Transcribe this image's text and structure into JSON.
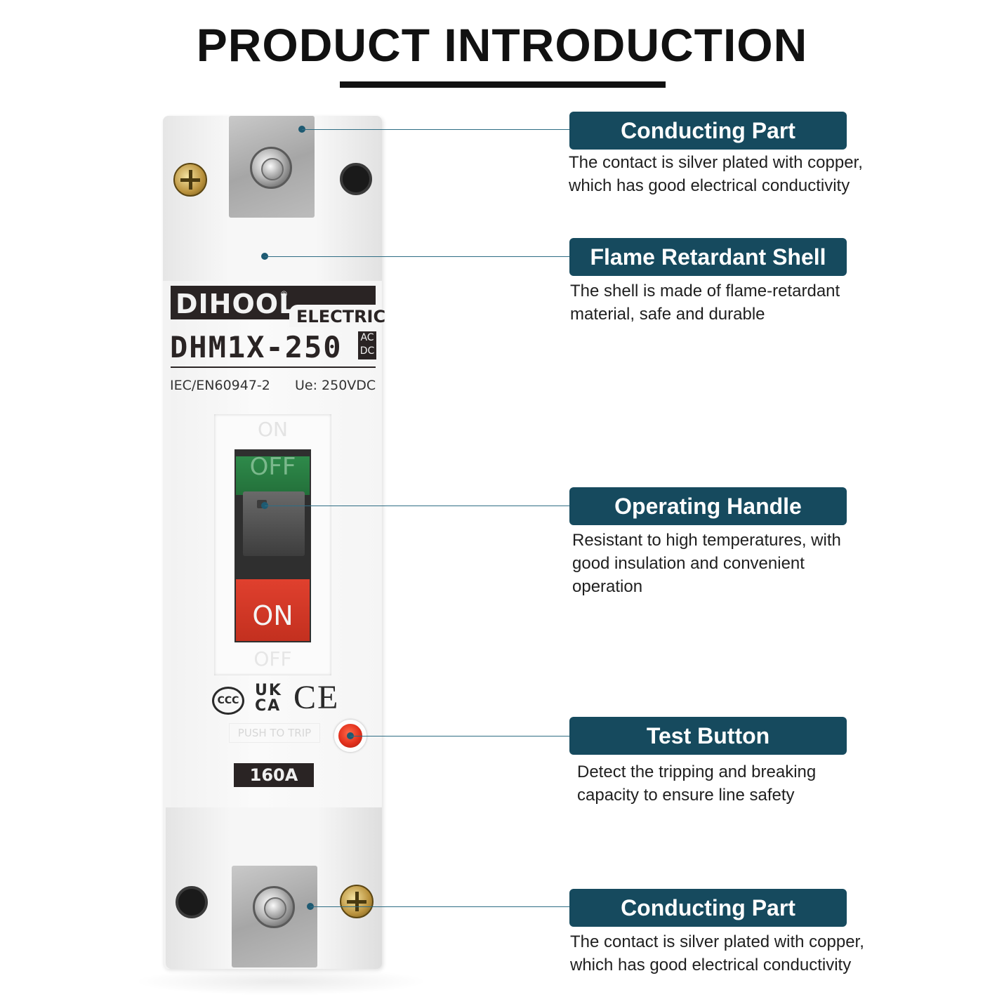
{
  "header": {
    "title": "PRODUCT INTRODUCTION"
  },
  "product": {
    "brand": "DIHOOL",
    "brand_mark": "®",
    "brand_sub": "ELECTRIC",
    "model": "DHM1X-250",
    "current_type_top": "AC",
    "current_type_bottom": "DC",
    "standard": "IEC/EN60947-2",
    "voltage": "Ue: 250VDC",
    "handle_on_label": "ON",
    "handle_off_label": "OFF",
    "cert_ccc": "CCC",
    "cert_ukca_top": "UK",
    "cert_ukca_bottom": "CA",
    "cert_ce": "CE",
    "test_label": "PUSH TO TRIP",
    "rating": "160A"
  },
  "callouts": [
    {
      "title": "Conducting Part",
      "lines": [
        "The contact is silver plated with copper,",
        "which has good electrical conductivity"
      ]
    },
    {
      "title": "Flame Retardant Shell",
      "lines": [
        "The shell is made of flame-retardant",
        "material, safe and durable"
      ]
    },
    {
      "title": "Operating Handle",
      "lines": [
        "Resistant to high temperatures, with",
        "good insulation and convenient",
        "operation"
      ]
    },
    {
      "title": "Test Button",
      "lines": [
        "Detect the tripping and breaking",
        "capacity to ensure line safety"
      ]
    },
    {
      "title": "Conducting Part",
      "lines": [
        "The contact is silver plated with copper,",
        "which has good electrical conductivity"
      ]
    }
  ],
  "colors": {
    "label_background": "#164a5e",
    "leader_line": "#2e6d84",
    "handle_red": "#e0402e",
    "handle_green": "#2e8a4a"
  }
}
